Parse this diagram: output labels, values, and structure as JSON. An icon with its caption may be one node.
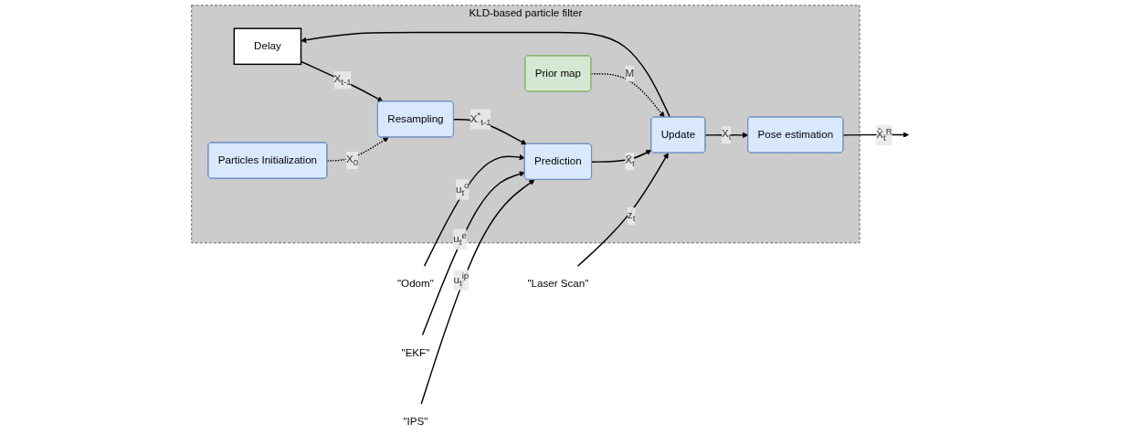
{
  "diagram": {
    "nodes": [
      {
        "text": [
          "KLD-based particle filter"
        ]
      },
      {
        "text": [
          "Delay"
        ],
        "in": 0
      },
      {
        "text": [
          "Resampling"
        ],
        "in": 0
      },
      {
        "text": [
          "Prediction"
        ],
        "in": 0
      },
      {
        "text": [
          "Update"
        ],
        "in": 0
      },
      {
        "text": [
          "Pose estimation"
        ],
        "in": 0
      },
      {
        "text": [
          "Particles Initialization"
        ],
        "in": 0
      },
      {
        "text": [
          "Prior map"
        ],
        "in": 0
      },
      {
        "text": [
          "\"Odom\""
        ]
      },
      {
        "text": [
          "\"EKF\""
        ]
      },
      {
        "text": [
          "\"IPS\""
        ]
      },
      {
        "text": [
          "\"Laser Scan\""
        ]
      }
    ],
    "edges": [
      {
        "from": 4,
        "to": 1,
        "arrow": "to"
      },
      {
        "from": 1,
        "to": 2,
        "arrow": "to",
        "label": "X$_{t-1}$"
      },
      {
        "from": 2,
        "to": 3,
        "arrow": "to",
        "label": "X$^{*}$$_{t-1}$"
      },
      {
        "from": 3,
        "to": 4,
        "arrow": "to",
        "label": "X̄$_{t}$"
      },
      {
        "from": 4,
        "to": 5,
        "arrow": "to",
        "label": "X$_{t}$"
      },
      {
        "from": 5,
        "to": null,
        "arrow": "to",
        "label": "X̂$_{t}$$^{R}$"
      },
      {
        "from": 6,
        "to": 2,
        "arrow": "to",
        "label": "X$_{0}$",
        "style": "dashed"
      },
      {
        "from": 7,
        "to": 4,
        "arrow": "to",
        "label": "M",
        "style": "dashed"
      },
      {
        "from": 8,
        "to": 3,
        "arrow": "to",
        "label": "u$_{t}$$^{o}$"
      },
      {
        "from": 9,
        "to": 3,
        "arrow": "to",
        "label": "u$_{t}$$^{e}$"
      },
      {
        "from": 10,
        "to": 3,
        "arrow": "to",
        "label": "u$_{t}$$^{ip}$"
      },
      {
        "from": 11,
        "to": 4,
        "arrow": "to",
        "label": "z$_{t}$"
      }
    ]
  }
}
